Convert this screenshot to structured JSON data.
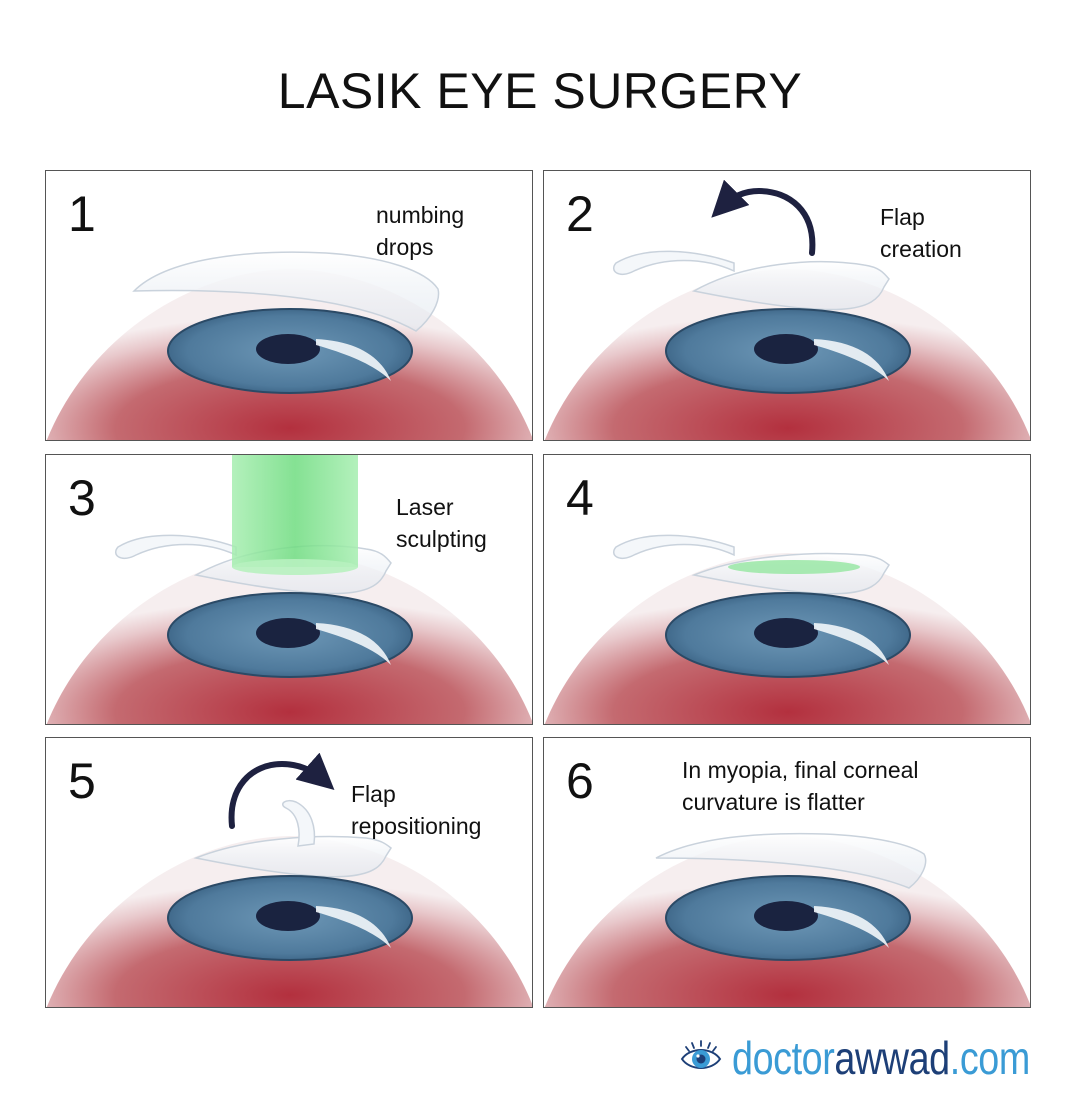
{
  "title": "LASIK EYE SURGERY",
  "steps": [
    {
      "number": "1",
      "label": "numbing\ndrops"
    },
    {
      "number": "2",
      "label": "Flap\ncreation"
    },
    {
      "number": "3",
      "label": "Laser\nsculpting"
    },
    {
      "number": "4",
      "label": ""
    },
    {
      "number": "5",
      "label": "Flap\nrepositioning"
    },
    {
      "number": "6",
      "label": "In myopia, final corneal\ncurvature is flatter"
    }
  ],
  "logo": {
    "part1": "doctor",
    "part2": "awwad",
    "part3": ".com"
  },
  "colors": {
    "iris": "#5b87a8",
    "pupil": "#1a2340",
    "eyeball": "#b84b55",
    "laser": "#7ee08c",
    "arrow": "#1e2140",
    "logo_blue": "#3a9bd5",
    "logo_navy": "#1d3f77"
  }
}
